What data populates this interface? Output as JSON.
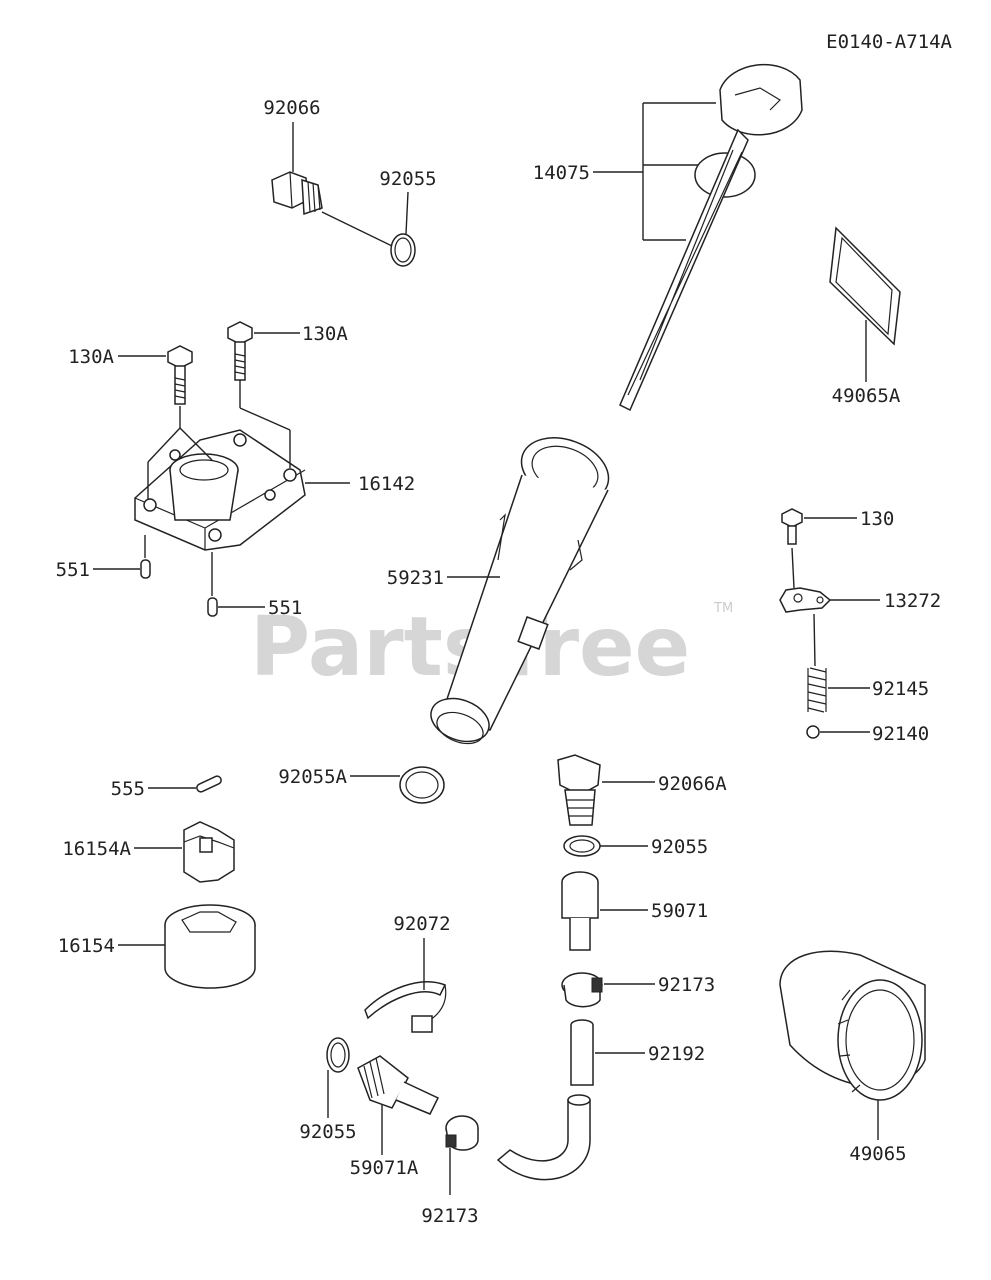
{
  "diagram_code": "E0140-A714A",
  "watermark": {
    "text": "PartsTree",
    "tm": "TM"
  },
  "labels": {
    "p92066": "92066",
    "p92055_top": "92055",
    "p14075": "14075",
    "p49065A": "49065A",
    "p130A_left": "130A",
    "p130A_right": "130A",
    "p16142": "16142",
    "p551_left": "551",
    "p551_right": "551",
    "p59231": "59231",
    "p130": "130",
    "p13272": "13272",
    "p92145": "92145",
    "p92140": "92140",
    "p555": "555",
    "p92055A": "92055A",
    "p92066A": "92066A",
    "p16154A": "16154A",
    "p92055_mid": "92055",
    "p59071": "59071",
    "p16154": "16154",
    "p92072": "92072",
    "p92173_right": "92173",
    "p92192": "92192",
    "p49065": "49065",
    "p92055_bottom": "92055",
    "p59071A": "59071A",
    "p92173_bottom": "92173"
  }
}
